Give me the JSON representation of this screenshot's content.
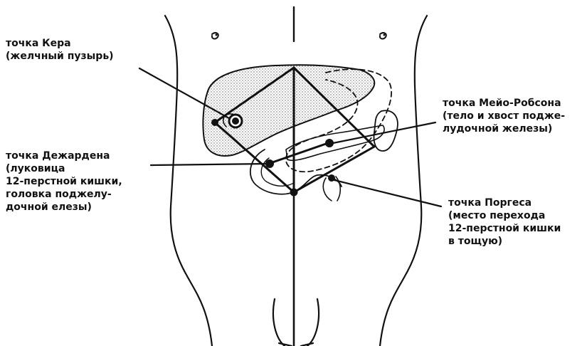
{
  "points": [
    {
      "id": "ker",
      "lines": [
        "точка Кера",
        "(желчный пузырь)"
      ]
    },
    {
      "id": "dejardin",
      "lines": [
        "точка Дежардена",
        "(луковица",
        "12-перстной кишки,",
        "головка поджелу-",
        "дочной елезы)"
      ]
    },
    {
      "id": "mayo-robson",
      "lines": [
        "точка Мейо-Робсона",
        "(тело и хвост подже-",
        "лудочной железы)"
      ]
    },
    {
      "id": "porges",
      "lines": [
        "точка Поргеса",
        "(место перехода",
        "12-перстной кишки",
        "в тощую)"
      ]
    }
  ],
  "colors": {
    "ink": "#111111",
    "background": "#ffffff"
  }
}
